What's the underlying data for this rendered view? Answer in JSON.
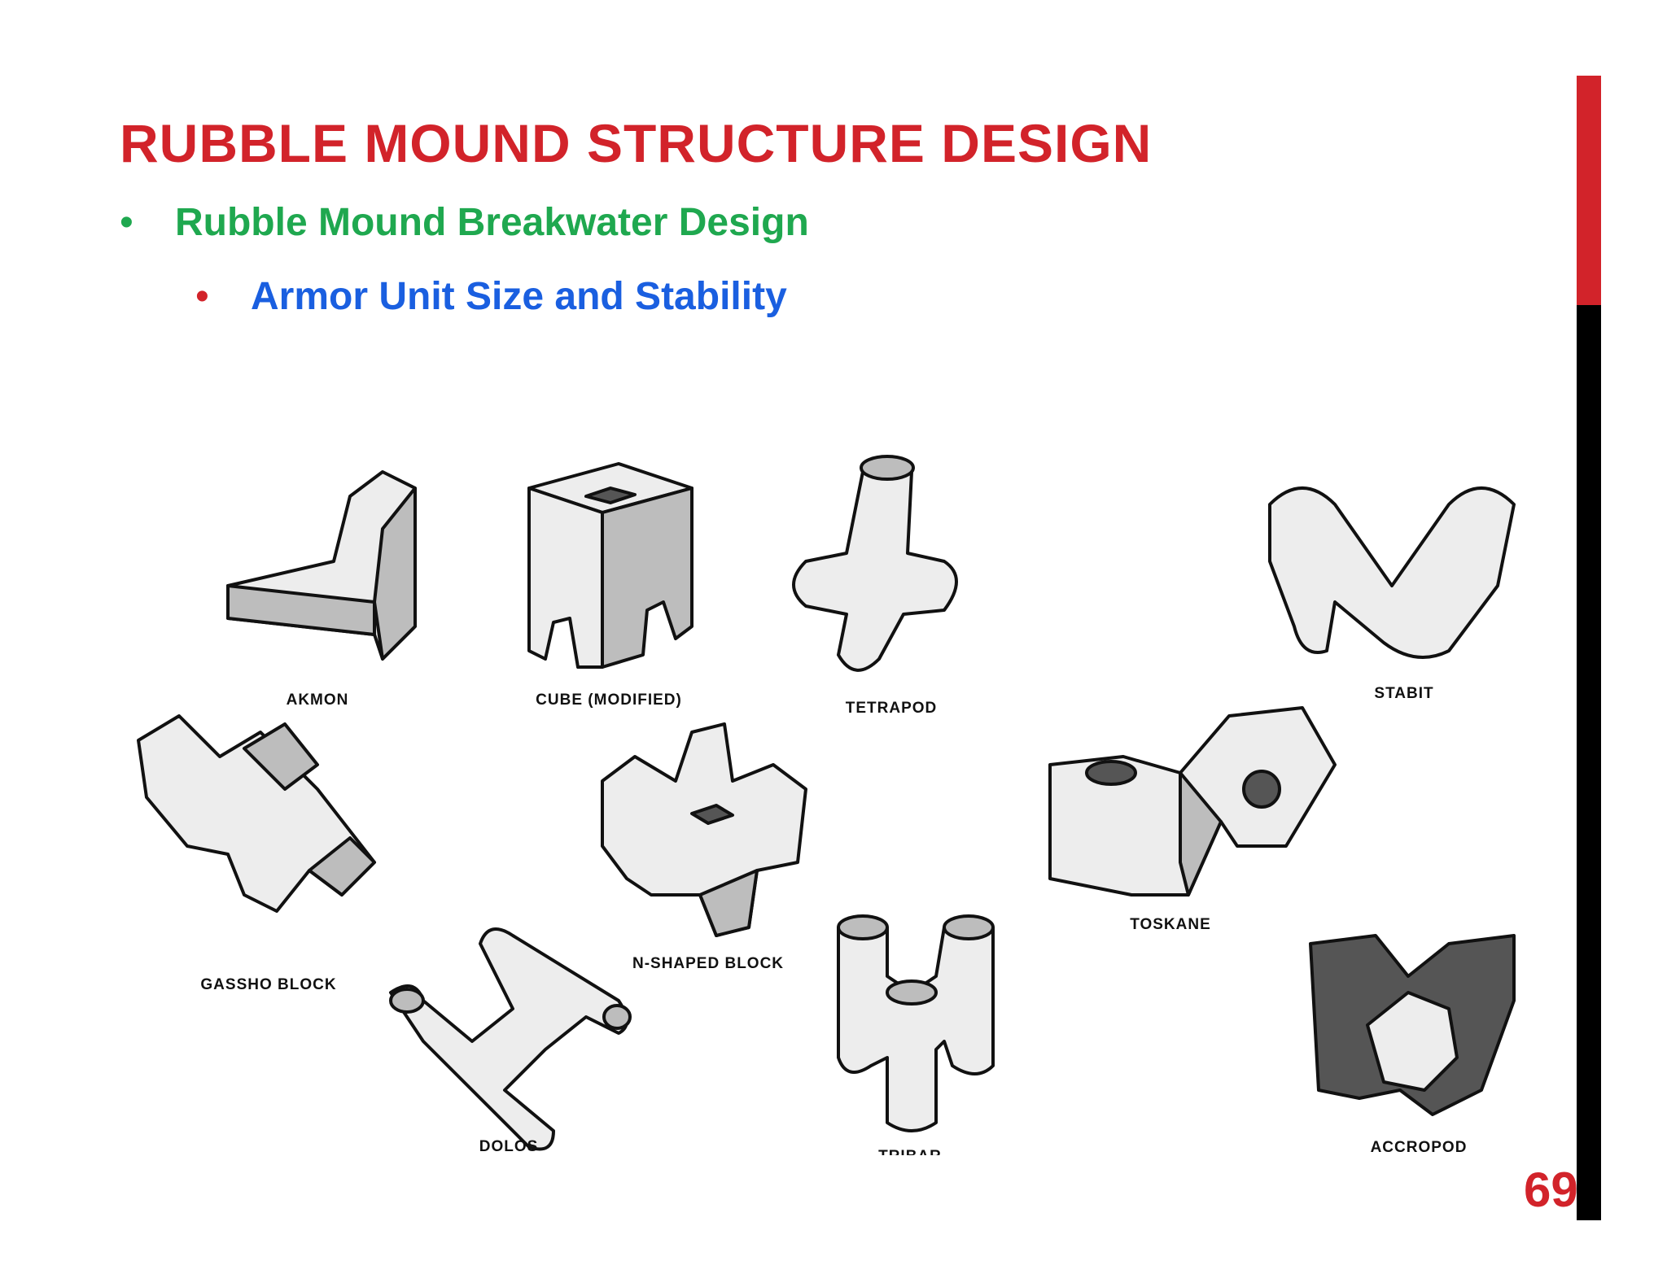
{
  "slide": {
    "title": "RUBBLE MOUND STRUCTURE DESIGN",
    "bullet_level1": "Rubble Mound Breakwater Design",
    "bullet_level2": "Armor Unit Size and Stability",
    "bullet_symbol": "•",
    "page_number": "69"
  },
  "figure": {
    "units": [
      {
        "label": "AKMON"
      },
      {
        "label": "CUBE (MODIFIED)"
      },
      {
        "label": "TETRAPOD"
      },
      {
        "label": "STABIT"
      },
      {
        "label": "GASSHO BLOCK"
      },
      {
        "label": "N-SHAPED BLOCK"
      },
      {
        "label": "TOSKANE"
      },
      {
        "label": "DOLOS"
      },
      {
        "label": "TRIBAR"
      },
      {
        "label": "ACCROPOD"
      }
    ]
  },
  "colors": {
    "title": "#d2232a",
    "bullet_level1": "#1fa84f",
    "bullet_level2": "#1a5fe0",
    "bullet_level2_marker": "#d2232a",
    "accent_red": "#d2232a",
    "accent_black": "#000000"
  }
}
